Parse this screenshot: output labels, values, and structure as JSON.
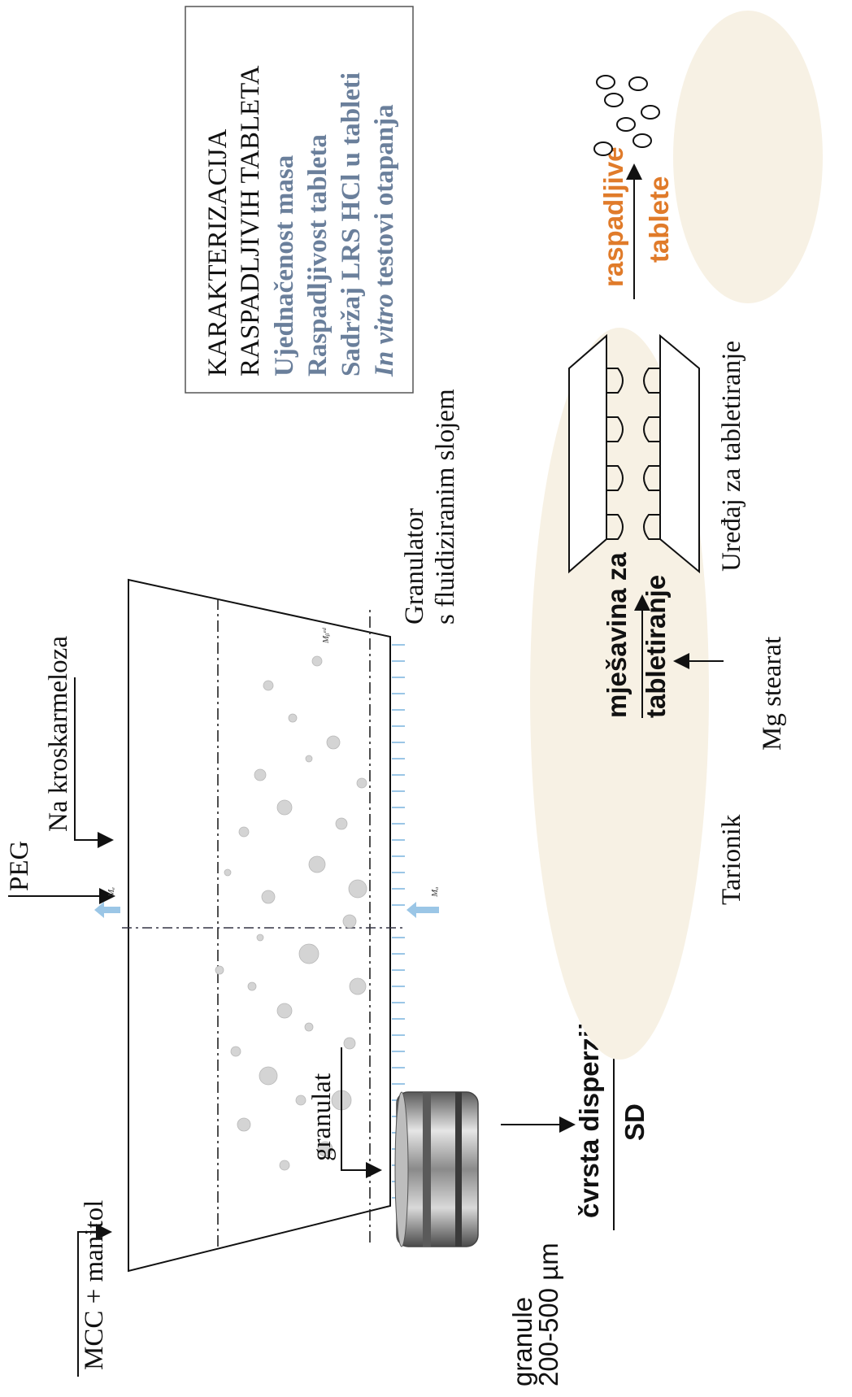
{
  "inputs": {
    "mcc_manitol": "MCC + manitol",
    "peg": "PEG",
    "na_kroskarmeloza": "Na kroskarmeloza"
  },
  "granulator": {
    "title_line1": "Granulator",
    "title_line2": "s fluidiziranim slojem",
    "label_m_top": "Mₑ",
    "label_m_bed": "Mᵦᵉᵈ",
    "label_m_air": "Mₐ"
  },
  "flow": {
    "granulat": "granulat",
    "granule_line1": "granule",
    "granule_line2": "200-500 µm",
    "solid_dispersion_line1": "čvrsta disperzija",
    "solid_dispersion_line2": "SD",
    "mortar_label": "Tarionik",
    "blend_line1": "mješavina za",
    "blend_line2": "tabletiranje",
    "mg_stearat": "Mg stearat",
    "tablet_press_label": "Uređaj za tabletiranje",
    "output_line1": "raspadljive",
    "output_line2": "tablete"
  },
  "characterization": {
    "title_line1": "KARAKTERIZACIJA",
    "title_line2": "RASPADLJIVIH TABLETA",
    "items": [
      "Ujednačenost masa",
      "Raspadljivost tableta",
      "Sadržaj LRS HCl u tableti"
    ],
    "last_item_italic": "In vitro",
    "last_item_rest": " testovi otapanja"
  },
  "colors": {
    "accent_orange": "#e07b2a",
    "item_blue": "#6a7f9b",
    "air_blue": "#9bc6e6",
    "cream": "#f7f1e4"
  }
}
